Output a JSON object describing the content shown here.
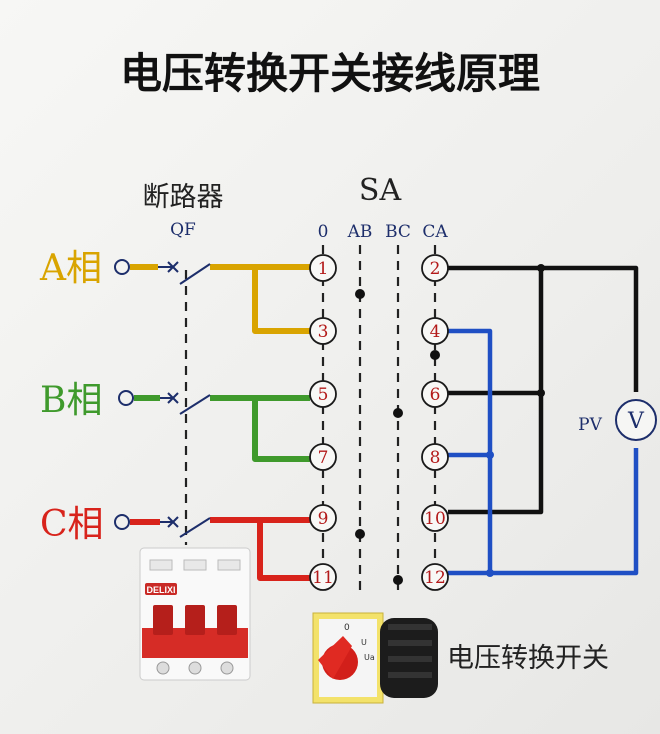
{
  "title": "电压转换开关接线原理",
  "breaker": {
    "label": "断路器",
    "code": "QF",
    "brand": "DELIXI"
  },
  "switch": {
    "label": "SA",
    "bottom_label": "电压转换开关",
    "knob_marks": [
      "0",
      "U",
      "Ua"
    ]
  },
  "phases": [
    {
      "label": "A相",
      "color": "#d9a400"
    },
    {
      "label": "B相",
      "color": "#3f9a2c"
    },
    {
      "label": "C相",
      "color": "#d8231b"
    }
  ],
  "columns": [
    "0",
    "AB",
    "BC",
    "CA"
  ],
  "terminals_left": [
    "1",
    "3",
    "5",
    "7",
    "9",
    "11"
  ],
  "terminals_right": [
    "2",
    "4",
    "6",
    "8",
    "10",
    "12"
  ],
  "meter": {
    "label": "PV",
    "symbol": "V"
  },
  "colors": {
    "black_wire": "#111111",
    "blue_wire": "#1f4fc4",
    "terminal_text": "#b31a1a",
    "dash": "#222222"
  }
}
